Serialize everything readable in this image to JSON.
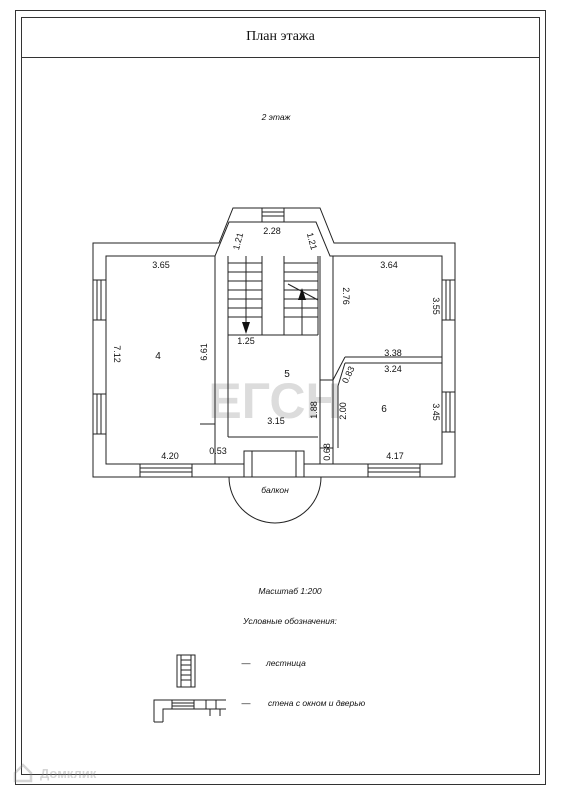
{
  "header": {
    "title": "План этажа"
  },
  "plan": {
    "floor_label": "2 этаж",
    "watermark": "ЕГСН",
    "balcony_label": "балкон",
    "rooms": [
      {
        "number": "4"
      },
      {
        "number": "5"
      },
      {
        "number": "6"
      }
    ],
    "dimensions": {
      "stair_top": "2.28",
      "stair_diag_left": "1.21",
      "stair_diag_right": "1.21",
      "stair_bottom": "1.25",
      "stair_height": "2.76",
      "room4_top": "3.65",
      "room4_left": "7.12",
      "room4_right": "6.61",
      "room4_bottom": "4.20",
      "room4_small": "0.53",
      "room_tr_top": "3.64",
      "room_tr_right": "3.55",
      "room_tr_bottom": "3.38",
      "room6_top": "3.24",
      "room6_right": "3.45",
      "room6_bottom": "4.17",
      "room6_left": "2.00",
      "room6_small": "0.68",
      "diag": "0.83",
      "hall_bottom": "3.15",
      "hall_height": "1.88"
    }
  },
  "legend": {
    "scale": "Масштаб 1:200",
    "title": "Условные обозначения:",
    "items": [
      {
        "dash": "—",
        "label": "лестница"
      },
      {
        "dash": "—",
        "label": "стена с окном и дверью"
      }
    ]
  },
  "branding": {
    "corner_text": "Домклик"
  }
}
